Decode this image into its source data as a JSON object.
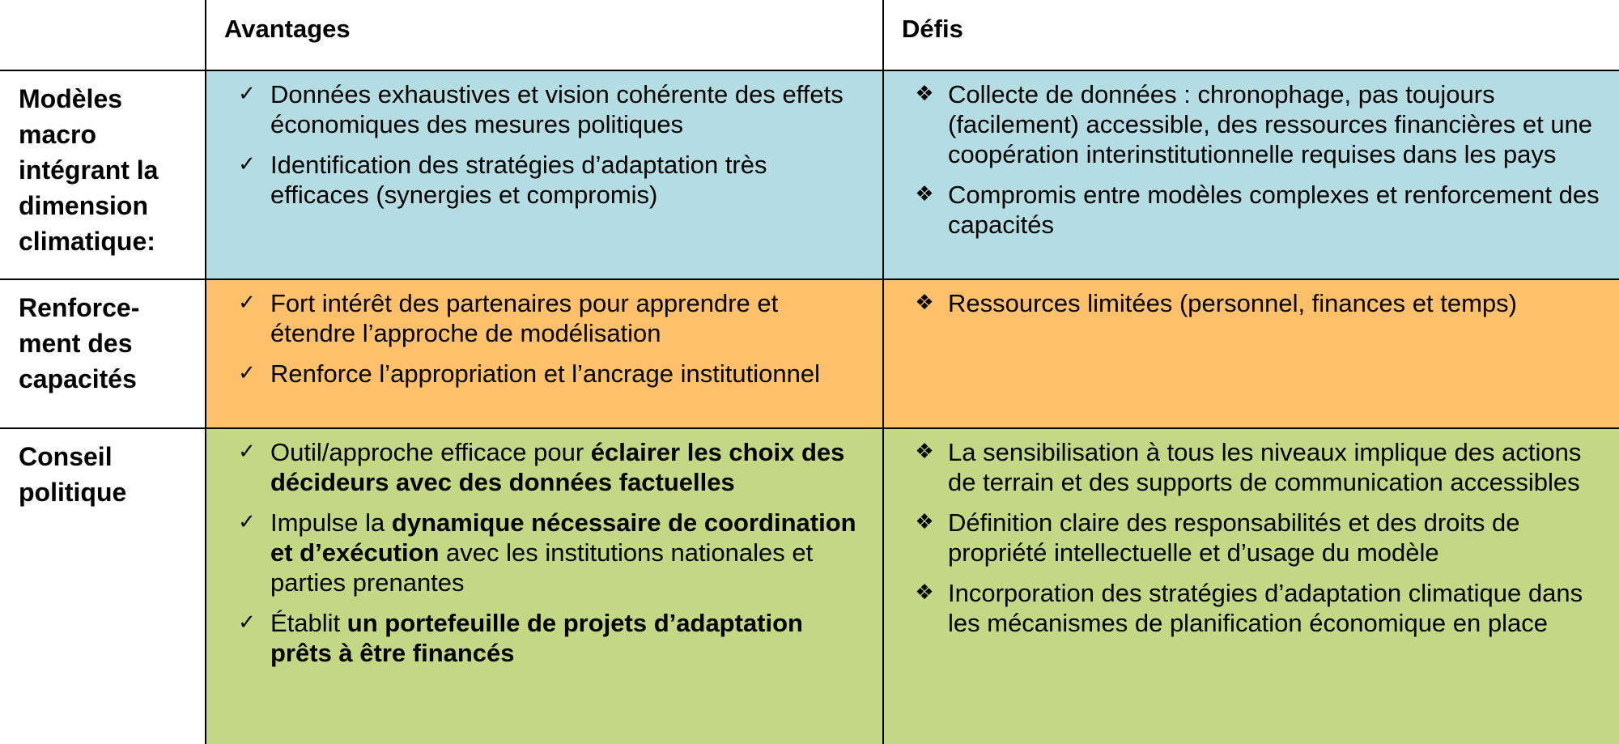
{
  "table": {
    "headers": {
      "advantages": "Avantages",
      "challenges": "Défis"
    },
    "markers": {
      "advantage": "✓",
      "challenge": "❖"
    },
    "colors": {
      "row1": "#b4dde3",
      "row2": "#fec06a",
      "row3": "#c2d884"
    },
    "rows": [
      {
        "label": "Modèles macro intégrant la dimension climatique:",
        "advantages": [
          [
            {
              "t": "Données exhaustives et vision cohérente des effets économiques des mesures politiques",
              "b": false
            }
          ],
          [
            {
              "t": "Identification des stratégies d’adaptation très efficaces (synergies et compromis)",
              "b": false
            }
          ]
        ],
        "challenges": [
          [
            {
              "t": "Collecte de données : chronophage, pas toujours (facilement) accessible, des ressources financières et une coopération interinstitutionnelle requises dans les pays",
              "b": false
            }
          ],
          [
            {
              "t": "Compromis entre modèles complexes et renforcement des capacités",
              "b": false
            }
          ]
        ]
      },
      {
        "label": "Renforce-ment des capacités",
        "advantages": [
          [
            {
              "t": "Fort intérêt des partenaires pour apprendre et étendre l’approche de modélisation",
              "b": false
            }
          ],
          [
            {
              "t": "Renforce l’appropriation et l’ancrage institutionnel",
              "b": false
            }
          ]
        ],
        "challenges": [
          [
            {
              "t": "Ressources limitées (personnel, finances et temps)",
              "b": false
            }
          ]
        ]
      },
      {
        "label": "Conseil politique",
        "advantages": [
          [
            {
              "t": "Outil/approche efficace pour ",
              "b": false
            },
            {
              "t": "éclairer les choix des décideurs avec des données factuelles",
              "b": true
            }
          ],
          [
            {
              "t": "Impulse la ",
              "b": false
            },
            {
              "t": "dynamique nécessaire de coordination et d’exécution",
              "b": true
            },
            {
              "t": " avec les institutions nationales et parties prenantes",
              "b": false
            }
          ],
          [
            {
              "t": "Établit ",
              "b": false
            },
            {
              "t": "un portefeuille de projets d’adaptation prêts à être financés",
              "b": true
            }
          ]
        ],
        "challenges": [
          [
            {
              "t": "La sensibilisation à tous les niveaux implique des actions de terrain et des supports de communication accessibles",
              "b": false
            }
          ],
          [
            {
              "t": "Définition claire des responsabilités et des droits de propriété intellectuelle et d’usage du modèle",
              "b": false
            }
          ],
          [
            {
              "t": "Incorporation des stratégies d’adaptation climatique dans les mécanismes de planification économique en place",
              "b": false
            }
          ]
        ]
      }
    ]
  }
}
